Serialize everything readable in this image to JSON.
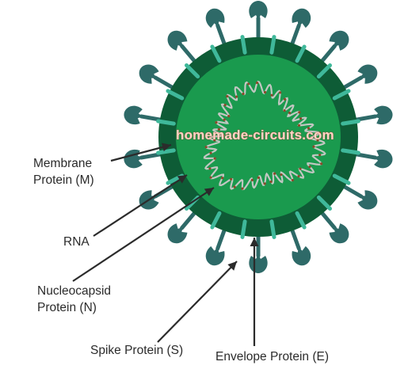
{
  "watermark": "homemade-circuits.com",
  "labels": {
    "membrane": [
      "Membrane",
      "Protein (M)"
    ],
    "rna": "RNA",
    "nucleocapsid": [
      "Nucleocapsid",
      "Protein (N)"
    ],
    "spike": "Spike Protein (S)",
    "envelope": "Envelope Protein (E)"
  },
  "colors": {
    "outer_membrane": "#0e5c36",
    "inner_body": "#1a9a4e",
    "spike": "#2e6a68",
    "envelope_protein": "#3fb89a",
    "rna_strand": "#c2c7c2",
    "nucleocapsid": "#8a4a2a",
    "arrow": "#2b2b2b"
  }
}
